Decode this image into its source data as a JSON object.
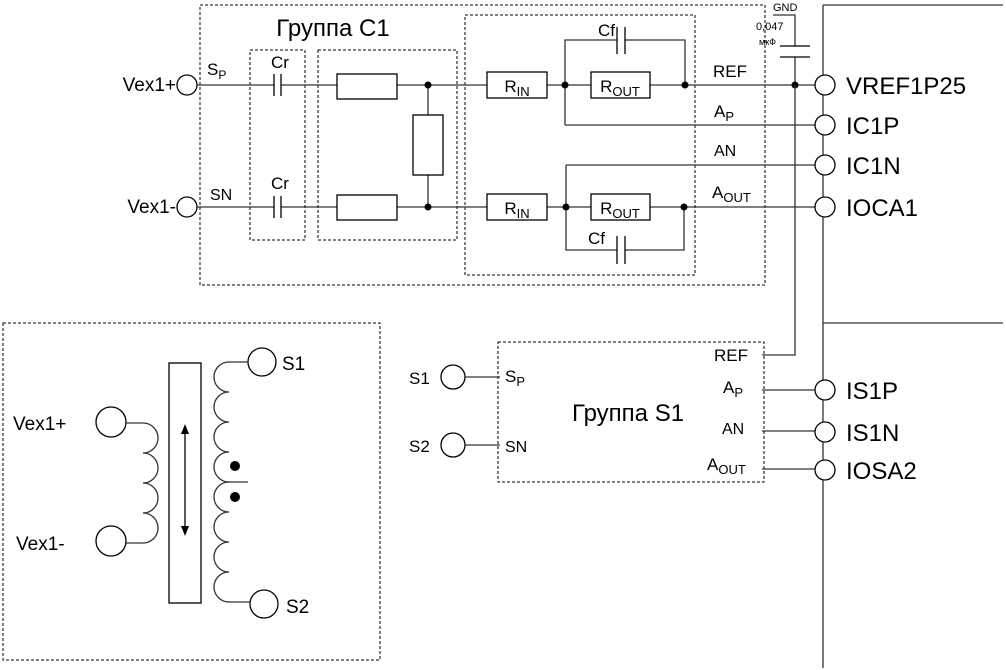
{
  "group_c1": {
    "title": "Группа С1",
    "inputs": {
      "pos": "Vex1+",
      "neg": "Vex1-"
    },
    "sp": {
      "main": "S",
      "sub": "P"
    },
    "sn": "SN",
    "cr_label": "Cr",
    "cf_label": "Cf",
    "rin": {
      "main": "R",
      "sub": "IN"
    },
    "rout": {
      "main": "R",
      "sub": "OUT"
    },
    "ref": "REF",
    "ap": {
      "main": "A",
      "sub": "P"
    },
    "an": "AN",
    "aout": {
      "main": "A",
      "sub": "OUT"
    }
  },
  "decoupling_cap": {
    "gnd": "GND",
    "value": "0,047",
    "unit": "мкФ"
  },
  "ic_pins": [
    "VREF1P25",
    "IC1P",
    "IC1N",
    "IOCA1",
    "IS1P",
    "IS1N",
    "IOSA2"
  ],
  "group_s1": {
    "title": "Группа S1",
    "s1": "S1",
    "s2": "S2",
    "sp": {
      "main": "S",
      "sub": "P"
    },
    "sn": "SN",
    "ref": "REF",
    "ap": {
      "main": "A",
      "sub": "P"
    },
    "an": "AN",
    "aout": {
      "main": "A",
      "sub": "OUT"
    }
  },
  "transformer": {
    "primary_pos": "Vex1+",
    "primary_neg": "Vex1-",
    "s1": "S1",
    "s2": "S2"
  }
}
